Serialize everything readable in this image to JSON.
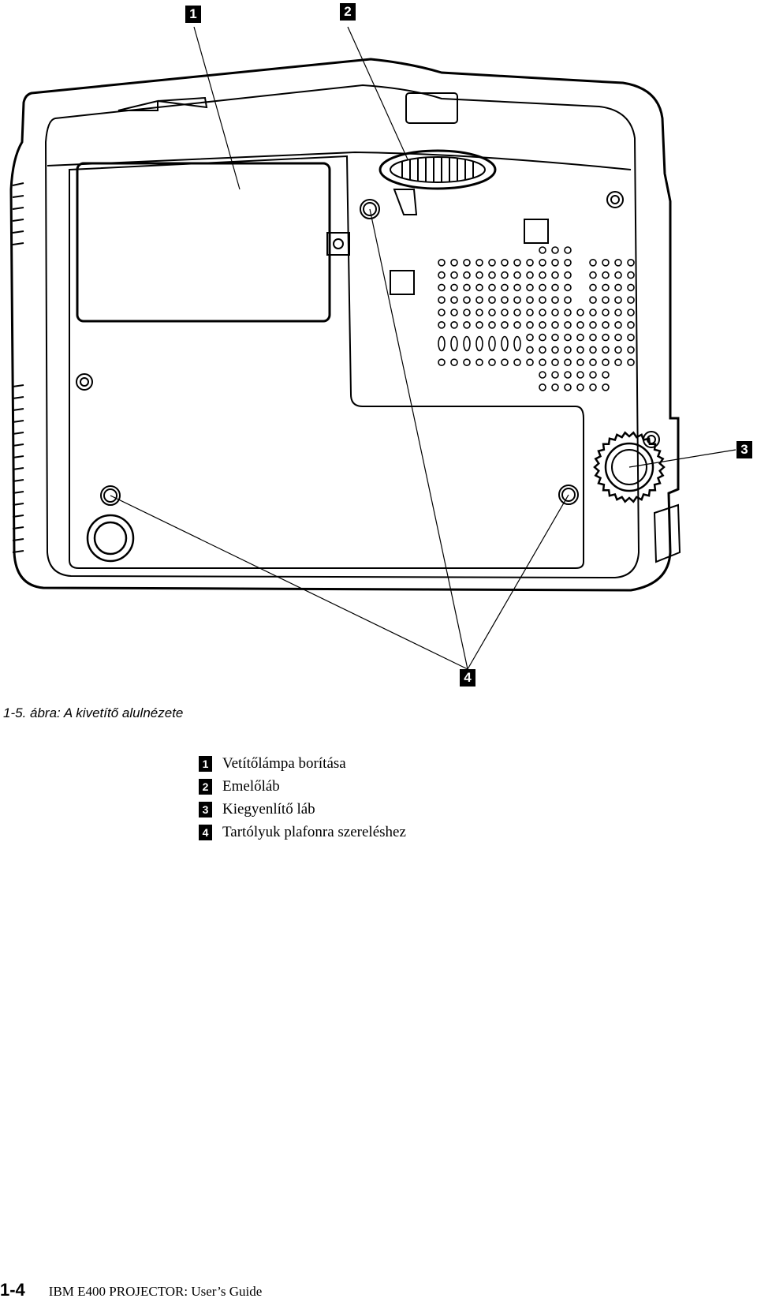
{
  "figure": {
    "caption": "1-5. ábra: A kivetítő alulnézete",
    "callouts": [
      "1",
      "2",
      "3",
      "4"
    ]
  },
  "legend": [
    {
      "num": "1",
      "label": "Vetítőlámpa borítása"
    },
    {
      "num": "2",
      "label": "Emelőláb"
    },
    {
      "num": "3",
      "label": "Kiegyenlítő láb"
    },
    {
      "num": "4",
      "label": "Tartólyuk plafonra szereléshez"
    }
  ],
  "footer": {
    "page_number": "1-4",
    "book_title": "IBM E400 PROJECTOR: User’s Guide"
  }
}
